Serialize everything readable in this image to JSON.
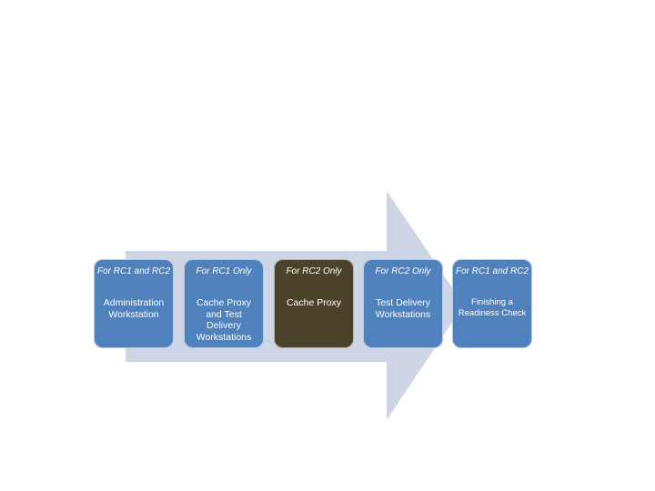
{
  "colors": {
    "arrow": "#ced6e6",
    "box_blue": "#4f81bd",
    "box_dark": "#4a432a",
    "text": "#ffffff"
  },
  "steps": [
    {
      "label": "For RC1 and RC2",
      "title": "Administration Workstation",
      "style": "blue"
    },
    {
      "label": "For RC1 Only",
      "title": "Cache Proxy and Test Delivery Workstations",
      "style": "blue"
    },
    {
      "label": "For RC2 Only",
      "title": "Cache Proxy",
      "style": "dark"
    },
    {
      "label": "For RC2 Only",
      "title": "Test Delivery Workstations",
      "style": "blue"
    },
    {
      "label": "For RC1 and RC2",
      "title": "Finishing a Readiness Check",
      "style": "blue"
    }
  ]
}
